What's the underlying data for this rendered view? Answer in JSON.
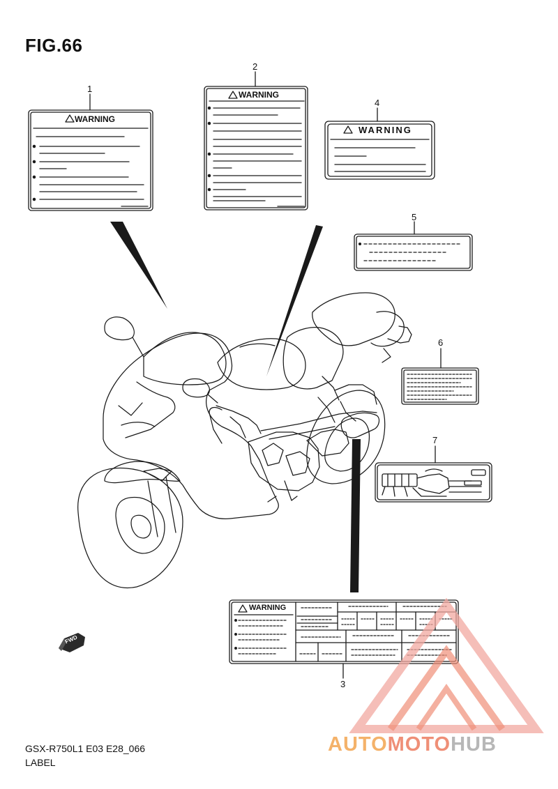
{
  "figure": {
    "title": "FIG.66",
    "code": "GSX-R750L1  E03  E28_066",
    "name": "LABEL"
  },
  "callouts": [
    "1",
    "2",
    "3",
    "4",
    "5",
    "6",
    "7"
  ],
  "labels": {
    "warning_text": "WARNING",
    "fwd_text": "FWD"
  },
  "watermark": {
    "part1": "AUTO",
    "part2": "MOTO",
    "part3": "HUB"
  },
  "colors": {
    "line": "#1a1a1a",
    "watermark_orange": "#f4b26a",
    "watermark_red": "#ef8f77",
    "watermark_gray": "#b7b7b7"
  }
}
